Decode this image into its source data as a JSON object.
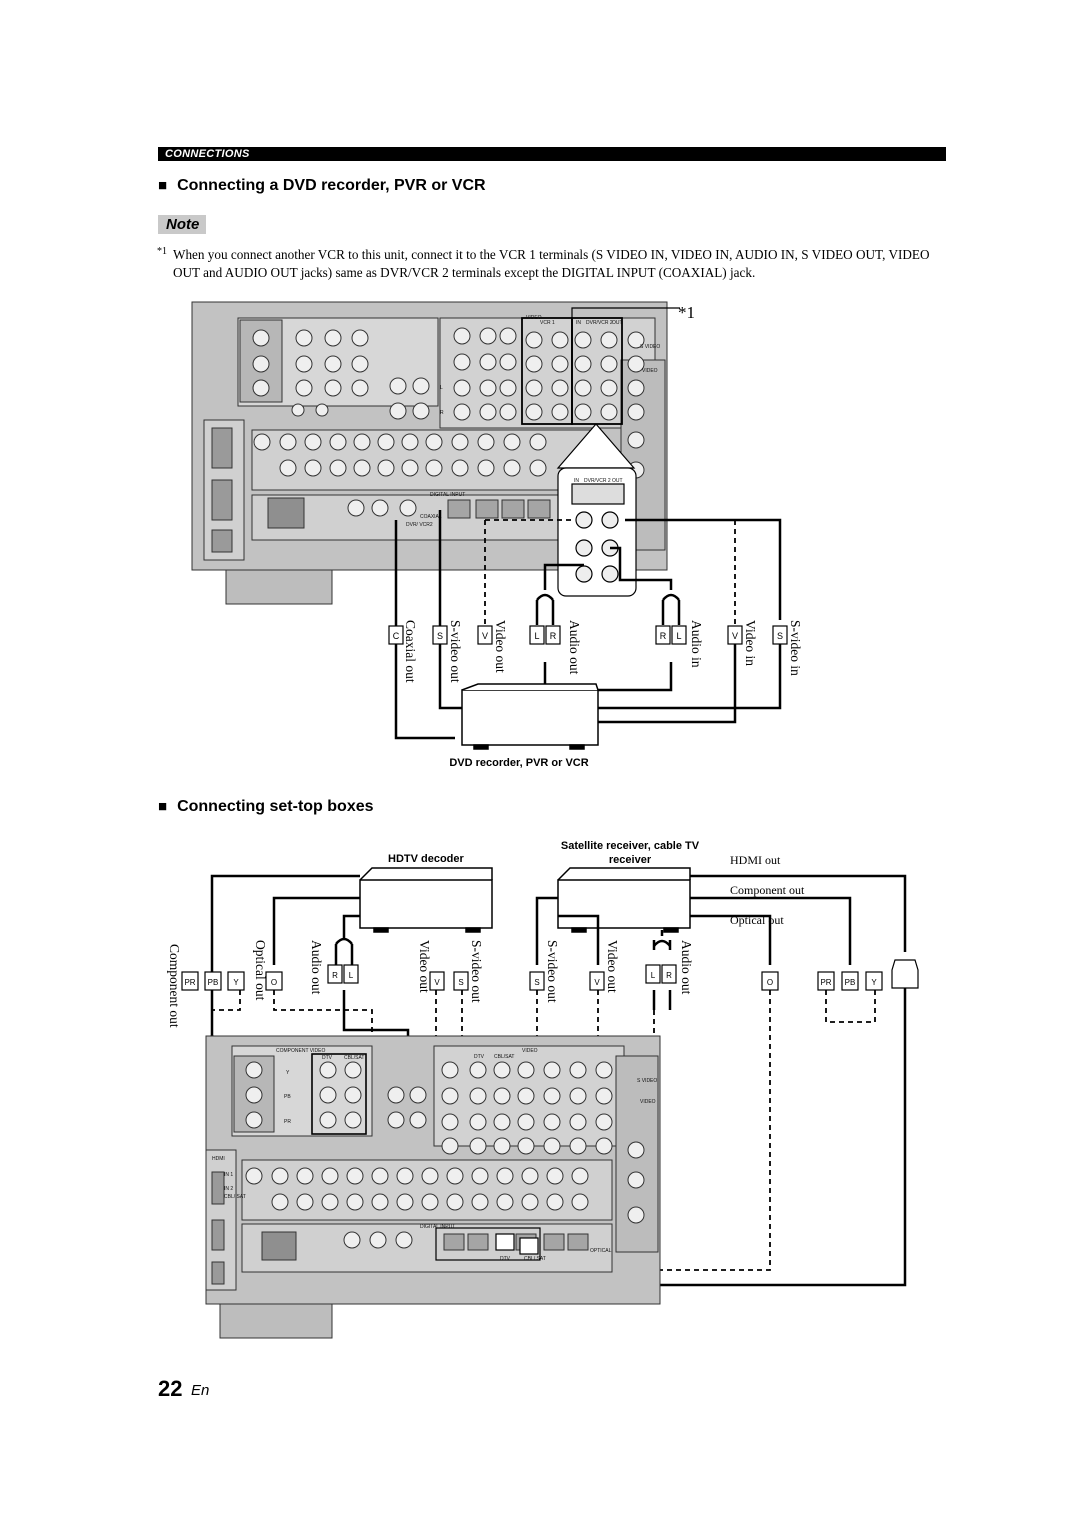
{
  "section_band": "CONNECTIONS",
  "heading1": "Connecting a DVD recorder, PVR or VCR",
  "heading_bullet": "■",
  "note_label": "Note",
  "footnote_mark": "*1",
  "footnote_text": "When you connect another VCR to this unit, connect it to the VCR 1 terminals (S VIDEO IN, VIDEO IN, AUDIO IN, S VIDEO OUT, VIDEO OUT and AUDIO OUT jacks) same as DVR/VCR 2 terminals except the DIGITAL INPUT (COAXIAL) jack.",
  "diagram1": {
    "callout": "*1",
    "panel_labels": {
      "video": "VIDEO",
      "vcr1": "VCR 1",
      "in": "IN",
      "dvr_vcr2": "DVR/VCR 2",
      "out": "OUT",
      "s_video": "S VIDEO",
      "video2": "VIDEO",
      "digital_input": "DIGITAL INPUT",
      "coaxial": "COAXIAL",
      "dvr_vcr2_small": "DVR/ VCR2",
      "l": "L",
      "r": "R"
    },
    "zoom_labels": {
      "in": "IN",
      "dvr_vcr2": "DVR/VCR 2",
      "out": "OUT"
    },
    "cable_labels": [
      "Coaxial out",
      "S-video out",
      "Video out",
      "Audio out",
      "Audio in",
      "Video in",
      "S-video in"
    ],
    "plug_letters": [
      "C",
      "S",
      "V",
      "L",
      "R",
      "R",
      "L",
      "V",
      "S"
    ],
    "device": "DVD recorder, PVR or VCR"
  },
  "heading2": "Connecting set-top boxes",
  "diagram2": {
    "device_left": "HDTV decoder",
    "device_right": "Satellite receiver, cable TV receiver",
    "legend": [
      "HDMI out",
      "Component out",
      "Optical out"
    ],
    "left_labels": [
      "Component out",
      "Optical out",
      "Audio out",
      "Video out",
      "S-video out"
    ],
    "right_labels": [
      "S-video out",
      "Video out",
      "Audio out"
    ],
    "plug_letters_left": [
      "PR",
      "PB",
      "Y",
      "O",
      "R",
      "L",
      "V",
      "S"
    ],
    "plug_letters_right": [
      "S",
      "V",
      "L",
      "R",
      "O",
      "PR",
      "PB",
      "Y"
    ],
    "panel_labels": {
      "component_video": "COMPONENT VIDEO",
      "dtv": "DTV",
      "cbl_sat": "CBL/SAT",
      "video": "VIDEO",
      "s_video": "S VIDEO",
      "y": "Y",
      "pb": "PB",
      "pr": "PR",
      "hdmi": "HDMI",
      "in1": "IN 1",
      "in2": "IN 2",
      "cbl_sat_small": "CBL/ SAT",
      "digital_input": "DIGITAL INPUT",
      "optical": "OPTICAL",
      "dtv_num": "DTV",
      "cbl_sat_num": "CBL/ SAT"
    }
  },
  "page_number": "22",
  "page_lang": "En"
}
